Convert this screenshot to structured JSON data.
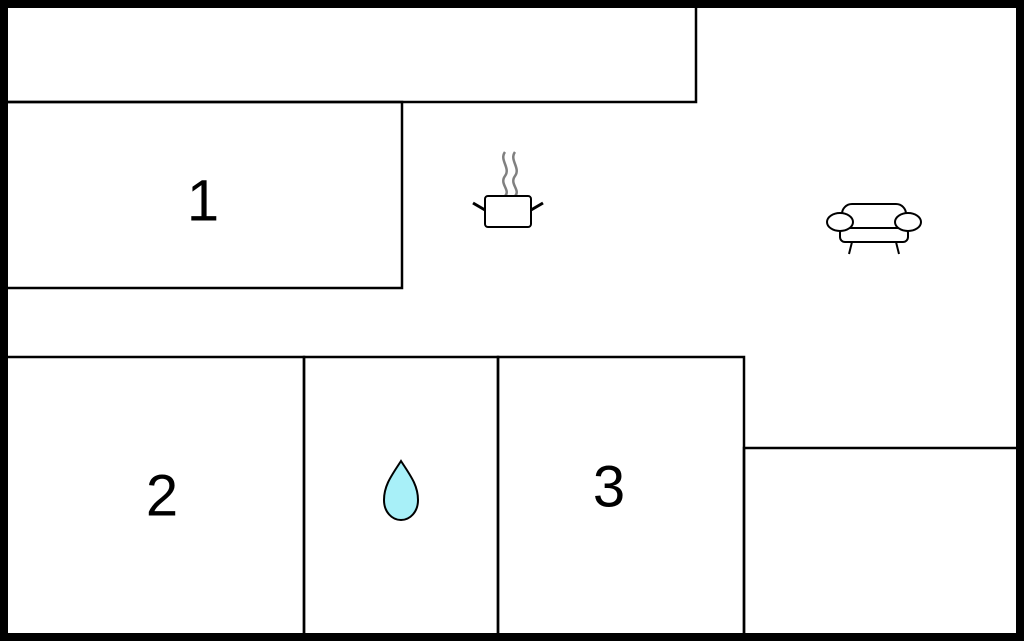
{
  "rooms": [
    {
      "label": "1"
    },
    {
      "label": "2"
    },
    {
      "label": "3"
    }
  ],
  "icons": {
    "kitchen": "cooking-pot-icon",
    "living": "sofa-icon",
    "bathroom": "water-drop-icon"
  },
  "colors": {
    "wall": "#000000",
    "background": "#ffffff",
    "water_drop": "#a8f0f8",
    "steam": "#808080"
  }
}
